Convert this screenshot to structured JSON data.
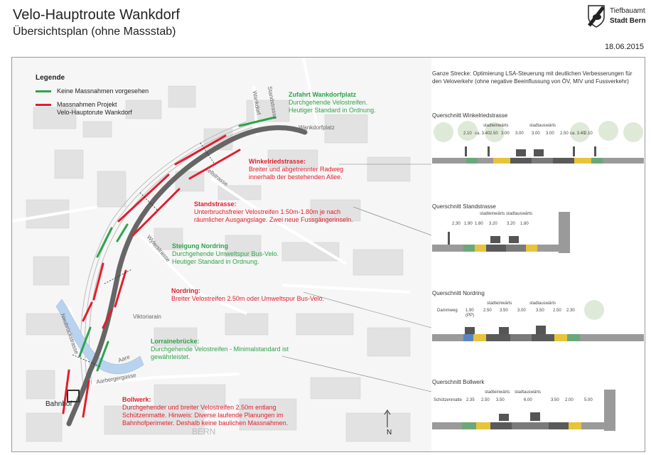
{
  "header": {
    "title": "Velo-Hauptroute Wankdorf",
    "subtitle": "Übersichtsplan (ohne Massstab)",
    "date": "18.06.2015",
    "department": "Tiefbauamt",
    "city": "Stadt Bern"
  },
  "legend": {
    "title": "Legende",
    "green_label": "Keine Massnahmen vorgesehen",
    "red_label_1": "Massnahmen Projekt",
    "red_label_2": "Velo-Hauptorute Wankdorf",
    "green_color": "#2ea34a",
    "red_color": "#e31d2c"
  },
  "map": {
    "streets": {
      "wankdorfplatz": "Wankdorfplatz",
      "bahnhof": "Bahnhof",
      "viktoriarain": "Viktoriarain",
      "aare": "Aare",
      "aarbergergasse": "Aarbergergasse",
      "bern": "BERN",
      "tellstrasse": "Tellstrasse",
      "wylerstrasse": "Wylerstrasse",
      "neubrueckstrasse": "Neubrückstrasse",
      "wankdorf": "Wankdorf",
      "standstrasse": "Standstrasse",
      "north": "N"
    },
    "segments": [
      {
        "title": "Zufahrt Wankdorfplatz",
        "line1": "Durchgehende Velostreifen.",
        "line2": "Heutiger Standard in Ordnung.",
        "line3": ""
      },
      {
        "title": "Winkelriedstrasse:",
        "line1": "Breiter und abgetrennter Radweg",
        "line2": "innerhalb der bestehenden Allee.",
        "line3": ""
      },
      {
        "title": "Standstrasse:",
        "line1": "Unterbruchsfreier Velostreifen 1.50m-1.80m je nach",
        "line2": "räumlicher Ausgangslage. Zwei neue Fussgängerinseln.",
        "line3": ""
      },
      {
        "title": "Steigung Nordring",
        "line1": "Durchgehende Umweltspur Bus-Velo.",
        "line2": "Heutiger Standard in Ordnung.",
        "line3": ""
      },
      {
        "title": "Nordring:",
        "line1": "Breiter Velostreifen 2.50m oder Umweltspur Bus-Velo.",
        "line2": "",
        "line3": ""
      },
      {
        "title": "Lorrainebrücke:",
        "line1": "Durchgehende Velostreifen - Minimalstandard ist",
        "line2": "gewährleistet.",
        "line3": ""
      },
      {
        "title": "Bollwerk:",
        "line1": "Durchgehender und breiter Velostreifen 2.50m entlang",
        "line2": "Schützenmatte. Hinweis: Diverse laufende Planungen im",
        "line3": "Bahnhofperimeter. Deshalb keine baulichen Massnahmen."
      }
    ]
  },
  "note": {
    "line1": "Ganze Strecke: Optimierung LSA-Steuerung mit deutlichen Verbesserungen für",
    "line2": "den Veloverkehr (ohne negative Beeinflussung von ÖV, MIV und Fussverkehr)"
  },
  "sections": [
    {
      "title": "Querschnitt Winkelriedstrasse",
      "dir_in": "stadteinwärts",
      "dir_out": "stadtauswärts",
      "dims": [
        "2.10",
        "ca. 3.40",
        "2.50",
        "3.00",
        "3.00",
        "3.00",
        "3.00",
        "2.50",
        "ca. 3.40",
        "2.10"
      ]
    },
    {
      "title": "Querschnitt Standstrasse",
      "dir_in": "stadteinwärts",
      "dir_out": "stadtauswärts",
      "dims": [
        "2.30",
        "1.90",
        "1.80",
        "3.20",
        "3.20",
        "1.80"
      ]
    },
    {
      "title": "Querschnitt Nordring",
      "dir_in": "stadteinwärts",
      "dir_out": "stadtauswärts",
      "extra": "Dammweg",
      "extra_dim": "(PP)",
      "dims": [
        "1.90",
        "2.50",
        "3.50",
        "3.00",
        "3.50",
        "2.50",
        "2.30"
      ]
    },
    {
      "title": "Querschnitt Bollwerk",
      "dir_in": "stadteinwärts",
      "dir_out": "stadtauswärts",
      "extra": "Schützenmatte",
      "dims": [
        "2.35",
        "2.50",
        "3.50",
        "6.00",
        "3.50",
        "2.00",
        "5.00"
      ]
    }
  ]
}
